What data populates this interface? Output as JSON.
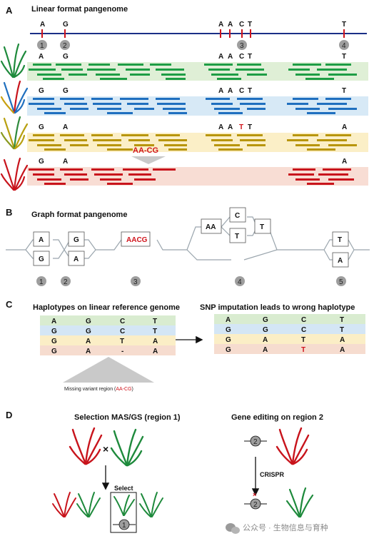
{
  "panels": {
    "A": {
      "letter": "A",
      "title": "Linear format pangenome"
    },
    "B": {
      "letter": "B",
      "title": "Graph format pangenome"
    },
    "C": {
      "letter": "C",
      "title_left": "Haplotypes on linear reference genome",
      "title_right": "SNP imputation leads to wrong haplotype"
    },
    "D": {
      "letter": "D",
      "title_left": "Selection MAS/GS (region 1)",
      "title_right": "Gene editing on region 2"
    }
  },
  "panelA": {
    "ref_bases": [
      "A",
      "G",
      "A",
      "A",
      "C",
      "T",
      "T"
    ],
    "region_numbers": [
      "1",
      "2",
      "3",
      "4"
    ],
    "rows": [
      {
        "bases": [
          "A",
          "G",
          "A",
          "A",
          "C",
          "T",
          "T"
        ],
        "color": "#1e9d45",
        "band": "#dfefd6"
      },
      {
        "bases": [
          "G",
          "G",
          "A",
          "A",
          "C",
          "T",
          "T"
        ],
        "color": "#1f6fbf",
        "band": "#d7e9f6"
      },
      {
        "bases": [
          "G",
          "A",
          "A",
          "A",
          "T",
          "T",
          "A"
        ],
        "color": "#b8950a",
        "band": "#fbefc7"
      },
      {
        "bases": [
          "G",
          "A",
          "A"
        ],
        "color": "#c8141c",
        "band": "#f8ddd4"
      }
    ],
    "missing_label": "AA-CG"
  },
  "panelB": {
    "nodes": [
      "A",
      "G",
      "G",
      "A",
      "AACG",
      "AA",
      "C",
      "T",
      "T",
      "T",
      "A"
    ],
    "region_numbers": [
      "1",
      "2",
      "3",
      "4",
      "5"
    ]
  },
  "panelC": {
    "left_rows": [
      [
        "A",
        "G",
        "C",
        "T"
      ],
      [
        "G",
        "G",
        "C",
        "T"
      ],
      [
        "G",
        "A",
        "T",
        "A"
      ],
      [
        "G",
        "A",
        "-",
        "A"
      ]
    ],
    "right_rows": [
      [
        "A",
        "G",
        "C",
        "T"
      ],
      [
        "G",
        "G",
        "C",
        "T"
      ],
      [
        "G",
        "A",
        "T",
        "A"
      ],
      [
        "G",
        "A",
        "T",
        "A"
      ]
    ],
    "row_colors": [
      "#d9ecd0",
      "#d4e6f5",
      "#fbeec6",
      "#f6dccf"
    ],
    "missing_label_prefix": "Missing variant region (",
    "missing_label_red": "AA-CG",
    "missing_label_suffix": ")"
  },
  "panelD": {
    "cross_symbol": "×",
    "select_label": "Select",
    "selected_region": "1",
    "edit_region": "2",
    "crispr_label": "CRISPR",
    "cut_mark": "×"
  },
  "watermark": "公众号 · 生物信息与育种"
}
